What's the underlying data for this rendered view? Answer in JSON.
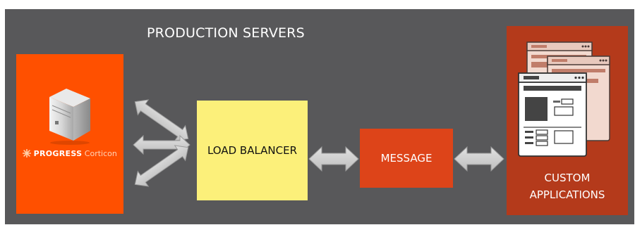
{
  "title": "PRODUCTION SERVERS",
  "brand": {
    "progress": "PROGRESS",
    "product": "Corticon"
  },
  "load_balancer": "LOAD BALANCER",
  "message": "MESSAGE",
  "custom_applications": {
    "line1": "CUSTOM",
    "line2": "APPLICATIONS"
  },
  "colors": {
    "background": "#58585a",
    "corticon_orange": "#ff5000",
    "load_balancer_yellow": "#fcf07a",
    "message_red": "#dd4419",
    "apps_dark_red": "#b43a1b"
  },
  "icons": [
    "server-icon",
    "progress-star-icon",
    "app-window-icon"
  ]
}
